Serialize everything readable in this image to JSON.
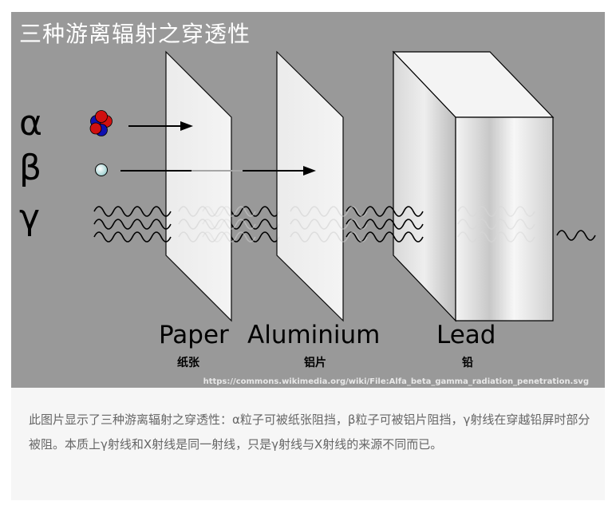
{
  "figure": {
    "title": "三种游离辐射之穿透性",
    "particles": [
      {
        "symbol": "α",
        "icon": "alpha-particle-icon"
      },
      {
        "symbol": "β",
        "icon": "beta-particle-icon"
      },
      {
        "symbol": "γ",
        "icon": "gamma-wave-icon"
      }
    ],
    "materials": [
      {
        "name_en": "Paper",
        "name_cn": "纸张"
      },
      {
        "name_en": "Aluminium",
        "name_cn": "铝片"
      },
      {
        "name_en": "Lead",
        "name_cn": "铅"
      }
    ],
    "source_url": "https://commons.wikimedia.org/wiki/File:Alfa_beta_gamma_radiation_penetration.svg",
    "colors": {
      "background": "#999999",
      "alpha_proton": "#d01010",
      "alpha_neutron": "#1010b0",
      "beta": "#cfeaea"
    }
  },
  "caption": "此图片显示了三种游离辐射之穿透性：α粒子可被纸张阻挡，β粒子可被铝片阻挡，γ射线在穿越铅屏时部分被阻。本质上γ射线和X射线是同一射线，只是γ射线与X射线的来源不同而已。"
}
